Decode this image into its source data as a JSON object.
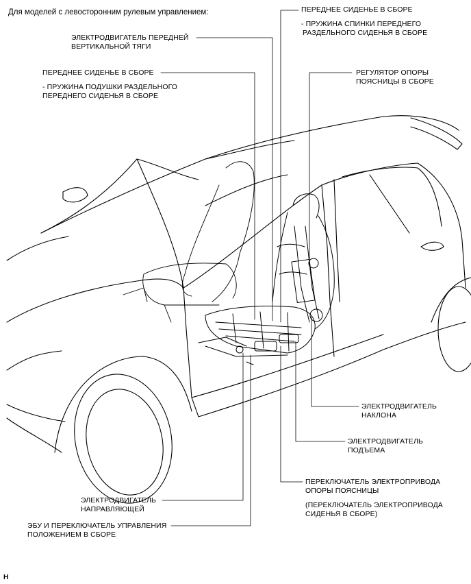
{
  "header": "Для моделей с левосторонним рулевым управлением:",
  "labels": {
    "front_seat_top_1": "ПЕРЕДНЕЕ СИДЕНЬЕ В СБОРЕ",
    "front_seat_top_2": "-  ПРУЖИНА СПИНКИ ПЕРЕДНЕГО",
    "front_seat_top_3": "РАЗДЕЛЬНОГО СИДЕНЬЯ В СБОРЕ",
    "vert_motor_1": "ЭЛЕКТРОДВИГАТЕЛЬ ПЕРЕДНЕЙ",
    "vert_motor_2": "ВЕРТИКАЛЬНОЙ ТЯГИ",
    "front_seat_left_1": "ПЕРЕДНЕЕ СИДЕНЬЕ В СБОРЕ",
    "front_seat_left_2": "- ПРУЖИНА ПОДУШКИ РАЗДЕЛЬНОГО",
    "front_seat_left_3": "ПЕРЕДНЕГО СИДЕНЬЯ В СБОРЕ",
    "lumbar_adj_1": "РЕГУЛЯТОР ОПОРЫ",
    "lumbar_adj_2": "ПОЯСНИЦЫ В СБОРЕ",
    "recline_motor_1": "ЭЛЕКТРОДВИГАТЕЛЬ",
    "recline_motor_2": "НАКЛОНА",
    "lift_motor_1": "ЭЛЕКТРОДВИГАТЕЛЬ",
    "lift_motor_2": "ПОДЪЕМА",
    "lumbar_switch_1": "ПЕРЕКЛЮЧАТЕЛЬ ЭЛЕКТРОПРИВОДА",
    "lumbar_switch_2": "ОПОРЫ ПОЯСНИЦЫ",
    "lumbar_switch_3": "(ПЕРЕКЛЮЧАТЕЛЬ ЭЛЕКТРОПРИВОДА",
    "lumbar_switch_4": "СИДЕНЬЯ В СБОРЕ)",
    "slide_motor_1": "ЭЛЕКТРОДВИГАТЕЛЬ",
    "slide_motor_2": "НАПРАВЛЯЮЩЕЙ",
    "ecu_1": "ЭБУ И ПЕРЕКЛЮЧАТЕЛЬ УПРАВЛЕНИЯ",
    "ecu_2": "ПОЛОЖЕНИЕМ В СБОРЕ"
  },
  "corner_mark": "H"
}
